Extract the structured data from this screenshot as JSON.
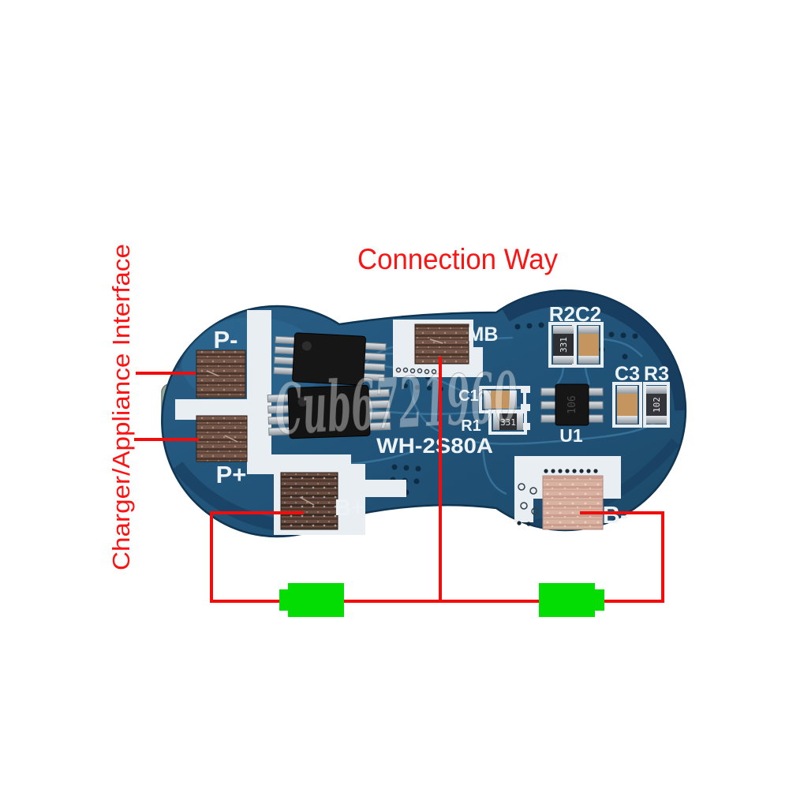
{
  "title": "Connection Way",
  "side_label": "Charger/Appliance Interface",
  "watermark": "Cub6721960",
  "colors": {
    "annotation_red": "#fb1414",
    "wire_red": "#f20d0d",
    "battery_green": "#04dd04",
    "board_blue": "#215378",
    "silkscreen": "#e9eef2",
    "pad_copper": "#7a5a4a",
    "pad_pink": "#d8afa0"
  },
  "board": {
    "model": "WH-2S80A",
    "pads": {
      "p_minus": "P-",
      "p_plus": "P+",
      "mb": "MB",
      "b_plus": "B+",
      "b_minus": "B-"
    },
    "components": {
      "r2c2": "R2C2",
      "c3": "C3",
      "r3": "R3",
      "u1": "U1",
      "c1": "C1",
      "r1": "R1"
    },
    "markings": {
      "r2": "331",
      "r1": "331",
      "r3": "102",
      "u1": "106"
    }
  }
}
